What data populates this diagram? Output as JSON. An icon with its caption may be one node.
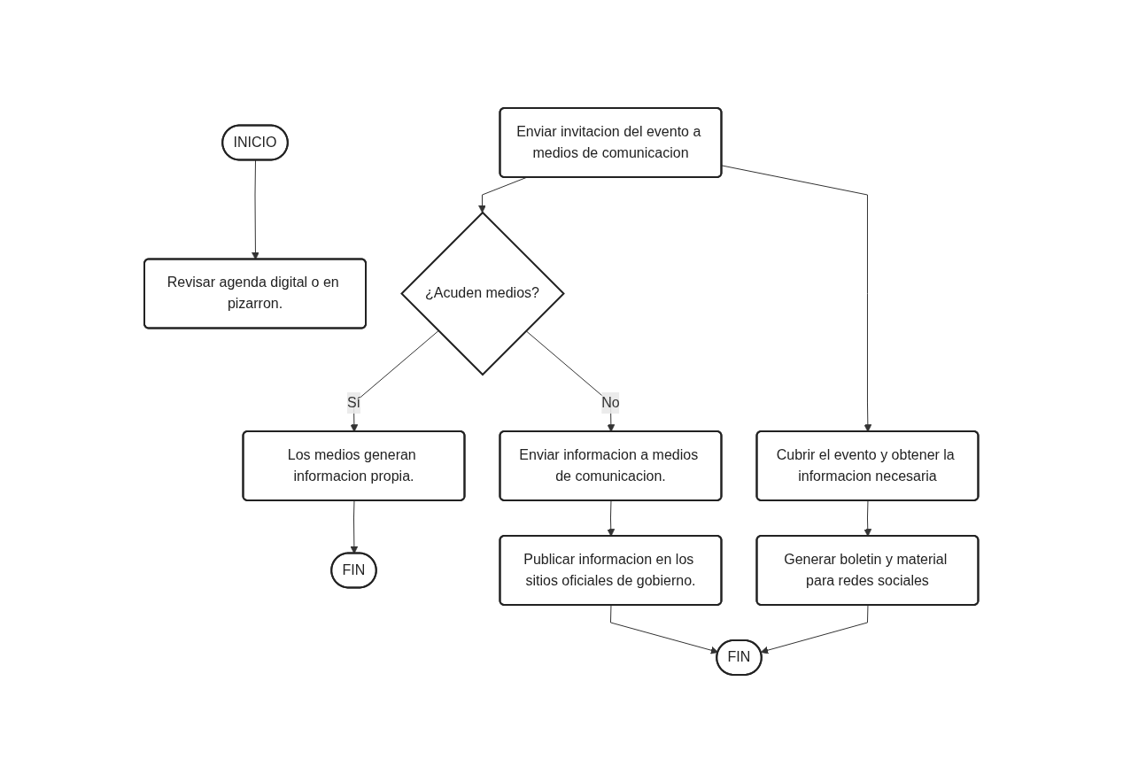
{
  "diagram": {
    "nodes": [
      {
        "text": [
          "INICIO"
        ]
      },
      {
        "text": [
          "Revisar agenda digital o en pizarron."
        ]
      },
      {
        "text": [
          "Enviar invitacion del evento a medios de comunicacion"
        ]
      },
      {
        "text": [
          "¿Acuden medios?"
        ]
      },
      {
        "text": [
          "Los medios generan informacion propia."
        ]
      },
      {
        "text": [
          "FIN"
        ]
      },
      {
        "text": [
          "Cubrir el evento y obtener la informacion necesaria"
        ]
      },
      {
        "text": [
          "Enviar informacion a medios de comunicacion."
        ]
      },
      {
        "text": [
          "Generar boletin y material para redes sociales"
        ]
      },
      {
        "text": [
          "Publicar informacion en los sitios oficiales de gobierno."
        ]
      },
      {
        "text": [
          "FIN"
        ]
      }
    ],
    "edges": [
      {
        "from": 0,
        "to": 1,
        "arrow": "to"
      },
      {
        "from": 2,
        "to": 3,
        "arrow": "to"
      },
      {
        "from": 3,
        "to": 4,
        "arrow": "to",
        "label": "Sí"
      },
      {
        "from": 4,
        "to": 5,
        "arrow": "to"
      },
      {
        "from": 2,
        "to": 6,
        "arrow": "to"
      },
      {
        "from": 3,
        "to": 7,
        "arrow": "to",
        "label": "No"
      },
      {
        "from": 6,
        "to": 8,
        "arrow": "to"
      },
      {
        "from": 7,
        "to": 9,
        "arrow": "to"
      },
      {
        "from": 8,
        "to": 10,
        "arrow": "to"
      },
      {
        "from": 9,
        "to": 10,
        "arrow": "to"
      }
    ]
  }
}
